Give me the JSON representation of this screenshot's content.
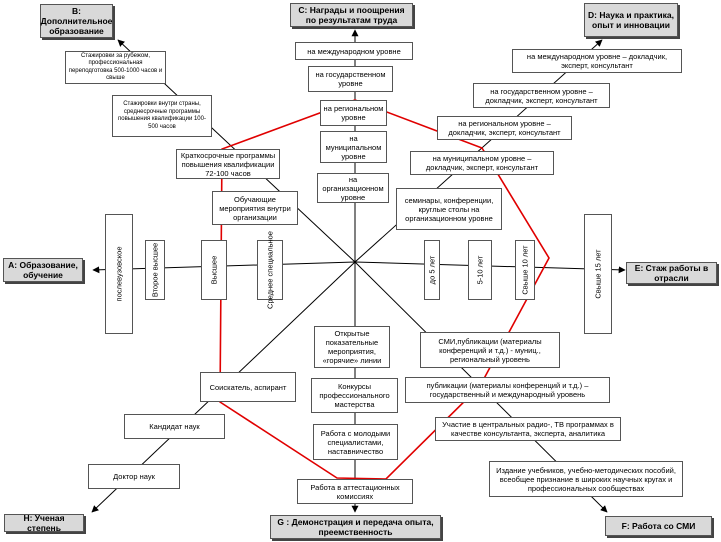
{
  "headers": {
    "a": "A: Образование, обучение",
    "b": "B: Дополнительное образование",
    "c": "C: Награды и поощрения по результатам труда",
    "d": "D: Наука и практика, опыт и инновации",
    "e": "E: Стаж работы в отрасли",
    "f": "F: Работа со СМИ",
    "g": "G : Демонстрация и передача опыта, преемственность",
    "h": "H: Ученая степень"
  },
  "a_axis": {
    "postgrad": "послевузовское",
    "second_higher": "Второе высшее",
    "higher": "Высшее",
    "secondary_special": "Среднее специальное"
  },
  "e_axis": {
    "y5": "до 5 лет",
    "y5_10": "5-10 лет",
    "y10": "Свыше 10 лет",
    "y15": "Свыше 15 лет"
  },
  "b_axis": {
    "abroad": "Стажировки за рубежом, профессиональная переподготовка 500-1000 часов и свыше",
    "domestic": "Стажировки внутри страны, среднесрочные программы повышения квалификации 100-500 часов",
    "short": "Краткосрочные программы повышения квалификации 72-100 часов",
    "internal": "Обучающие мероприятия внутри организации"
  },
  "c_axis": {
    "intl": "на международном уровне",
    "state": "на государственном уровне",
    "regional": "на региональном уровне",
    "municipal": "на муниципальном уровне",
    "org": "на организационном уровне"
  },
  "d_axis": {
    "intl": "на международном уровне – докладчик, эксперт, консультант",
    "state": "на государственном уровне – докладчик, эксперт, консультант",
    "regional": "на региональном уровне – докладчик, эксперт, консультант",
    "municipal": "на муниципальном уровне – докладчик, эксперт, консультант",
    "seminars": "семинары, конференции, круглые столы на организационном уровне"
  },
  "f_axis": {
    "smi": "СМИ,публикации (материалы конференций и т.д.) - муниц., региональный уровень",
    "pubs": "публикации (материалы конференций и т.д.) – государственный и международный уровень",
    "radio": "Участие в центральных радио-, ТВ программах в качестве консультанта, эксперта, аналитика",
    "books": "Издание учебников, учебно-методических пособий, всеобщее признание в широких научных кругах и профессиональных сообществах"
  },
  "g_axis": {
    "open": "Открытые показательные мероприятия, «горячие» линии",
    "contests": "Конкурсы профессионального мастерства",
    "young": "Работа с молодыми специалистами, наставничество",
    "commissions": "Работа в аттестационных комиссиях"
  },
  "h_axis": {
    "applicant": "Соискатель, аспирант",
    "candidate": "Кандидат наук",
    "doctor": "Доктор наук"
  },
  "colors": {
    "header_fill": "#d9d9d9",
    "profile_line": "#e00000",
    "axis_line": "#000000"
  }
}
